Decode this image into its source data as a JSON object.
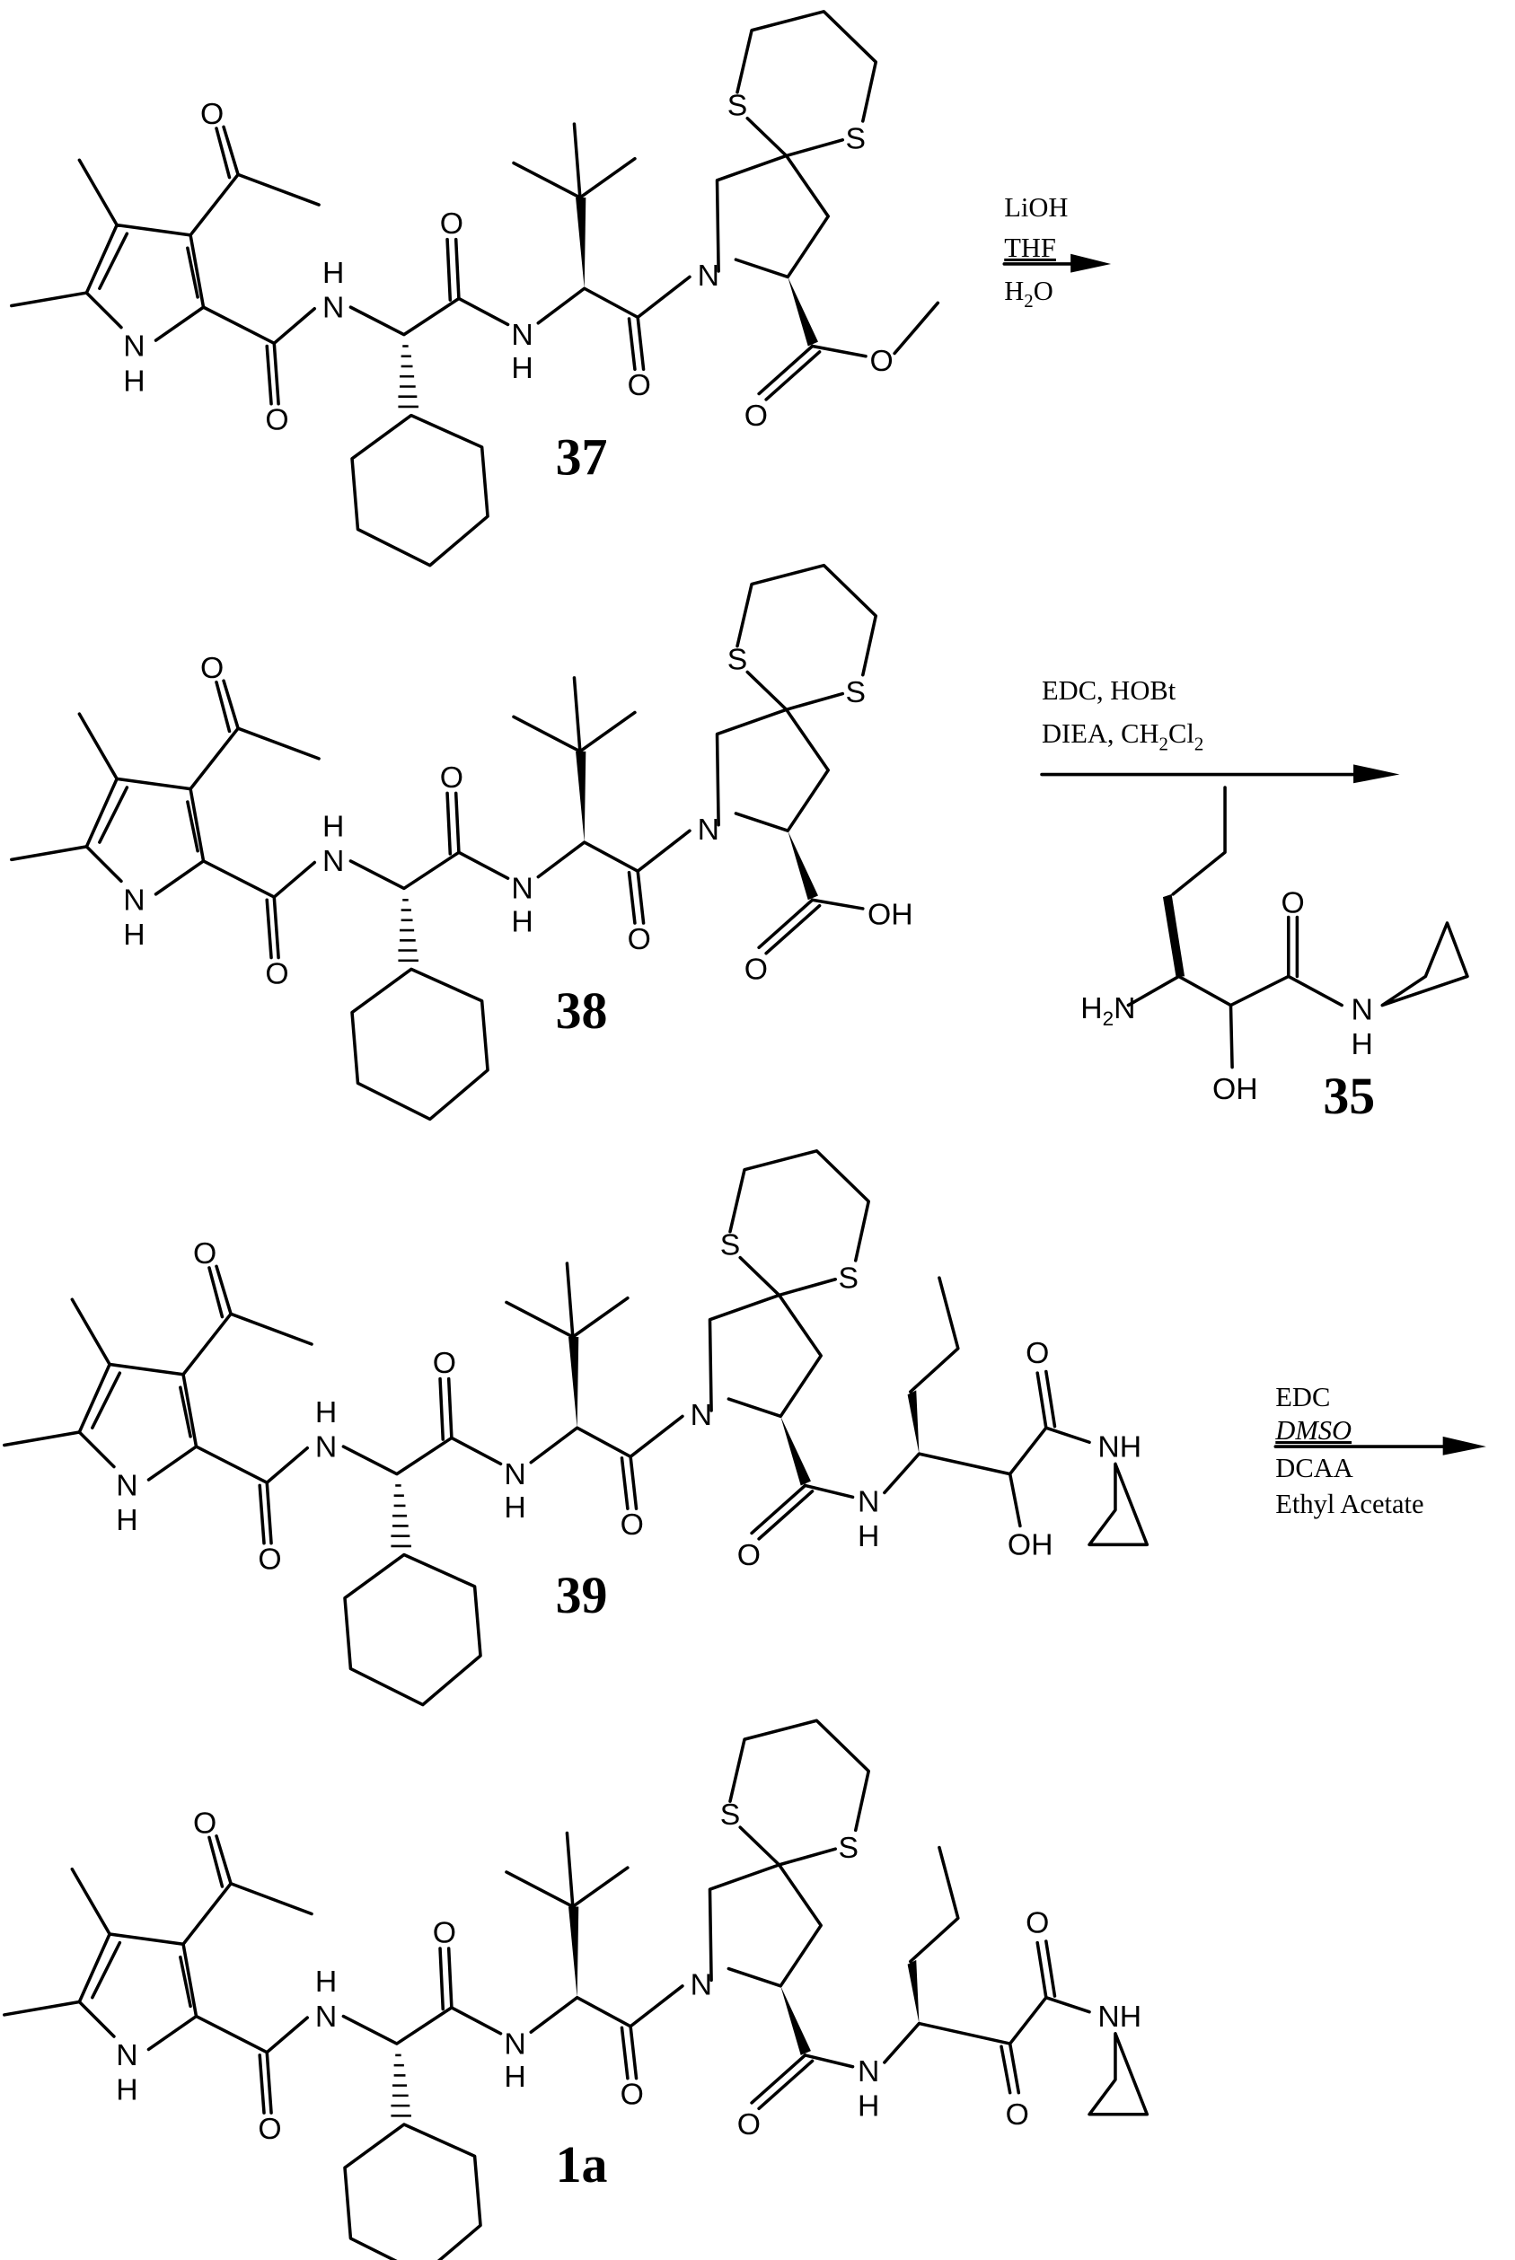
{
  "figure": {
    "type": "reaction_scheme",
    "compounds": [
      {
        "id": "37",
        "label": "37",
        "terminal_group": "methyl ester",
        "atoms": {
          "ester_O": "O",
          "carbonyl_O": "O"
        }
      },
      {
        "id": "38",
        "label": "38",
        "terminal_group": "carboxylic acid",
        "atoms": {
          "acid_OH": "OH",
          "carbonyl_O": "O"
        }
      },
      {
        "id": "35",
        "label": "35",
        "atoms": {
          "amine": "H2N",
          "hydroxyl": "OH",
          "amide_NH": "NH",
          "carbonyl_O": "O"
        }
      },
      {
        "id": "39",
        "label": "39",
        "atoms": {
          "hydroxyl": "OH",
          "amide_NH": "NH"
        }
      },
      {
        "id": "1a",
        "label": "1a",
        "atoms": {
          "keto_O": "O",
          "amide_NH": "NH"
        }
      }
    ],
    "common_atoms": {
      "O": "O",
      "N": "N",
      "H": "H",
      "S": "S",
      "NH": "NH",
      "OH": "OH"
    },
    "steps": [
      {
        "from": "37",
        "to": "38",
        "conditions": [
          "LiOH",
          "THF",
          "H2O"
        ],
        "lines": {
          "l1": "LiOH",
          "l2": "THF",
          "l3a": "H",
          "l3sub": "2",
          "l3b": "O"
        }
      },
      {
        "from": "38",
        "to": "39",
        "reagent_compound": "35",
        "conditions": [
          "EDC, HOBt",
          "DIEA, CH2Cl2"
        ],
        "lines": {
          "l1": "EDC, HOBt",
          "l2a": "DIEA, CH",
          "l2sub1": "2",
          "l2b": "Cl",
          "l2sub2": "2"
        }
      },
      {
        "from": "39",
        "to": "1a",
        "conditions": [
          "EDC",
          "DMSO",
          "DCAA",
          "Ethyl Acetate"
        ],
        "lines": {
          "l1": "EDC",
          "l2": "DMSO",
          "l3": "DCAA",
          "l4": "Ethyl Acetate"
        }
      }
    ]
  }
}
